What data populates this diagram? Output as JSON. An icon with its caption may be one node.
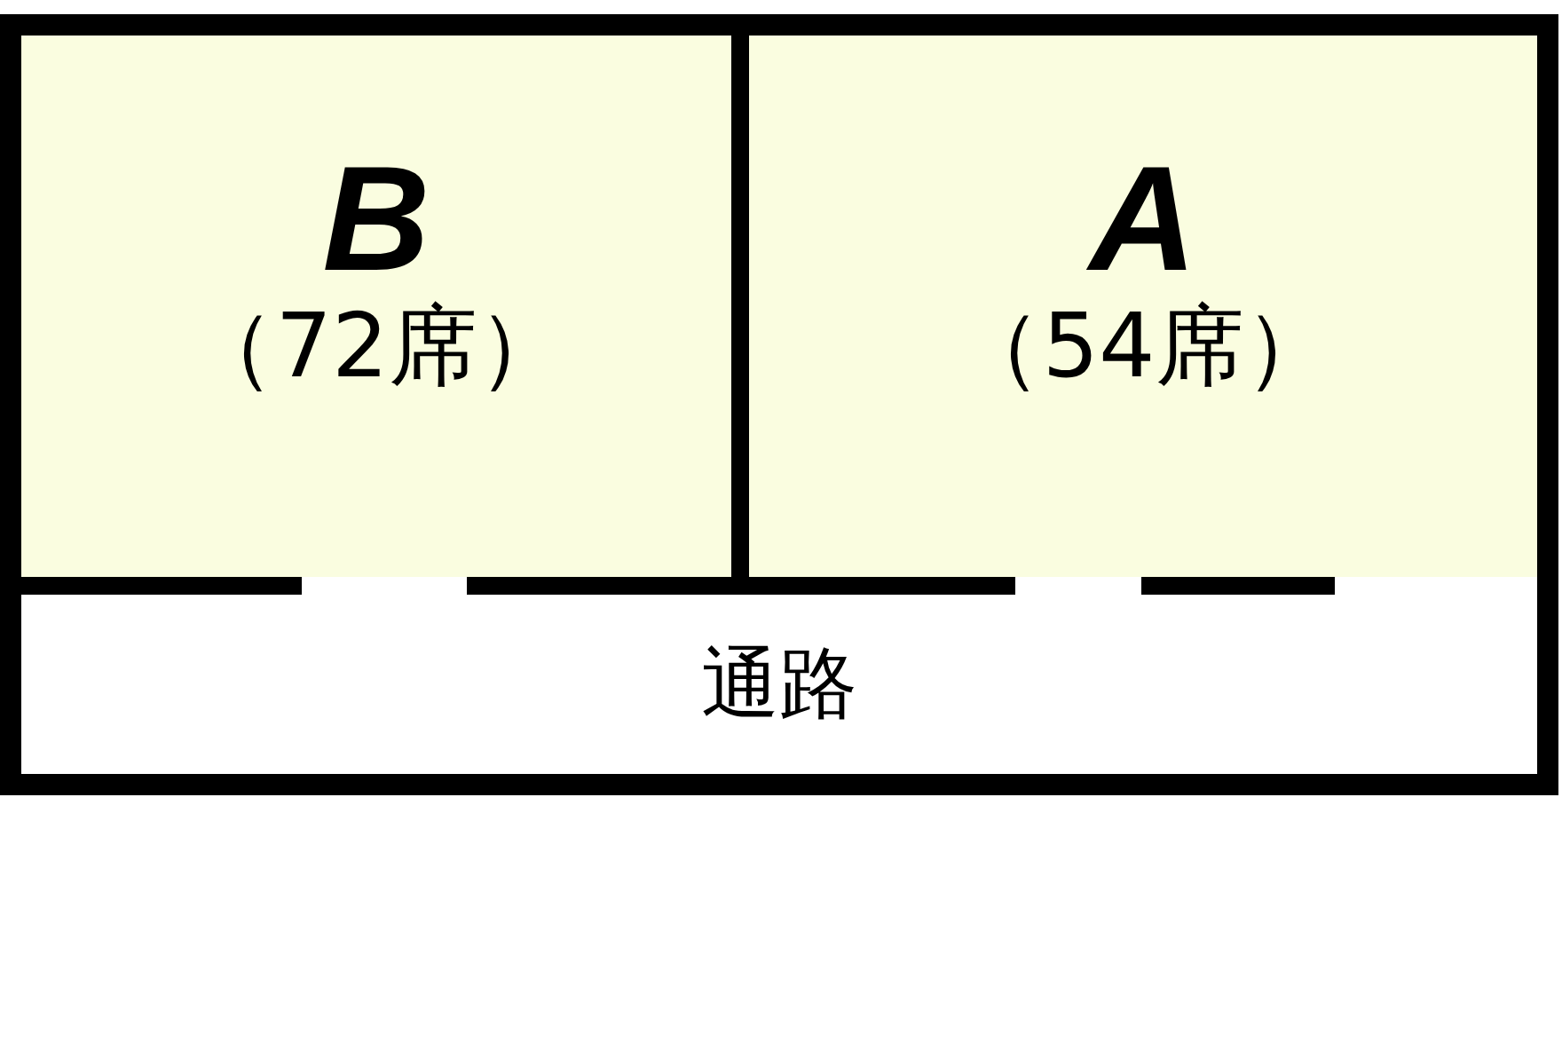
{
  "diagram": {
    "nodes": [
      {
        "text": [
          "B",
          "（72席）"
        ]
      },
      {
        "text": [
          "A",
          "（54席）"
        ]
      },
      {
        "text": [
          "通路"
        ]
      }
    ]
  }
}
